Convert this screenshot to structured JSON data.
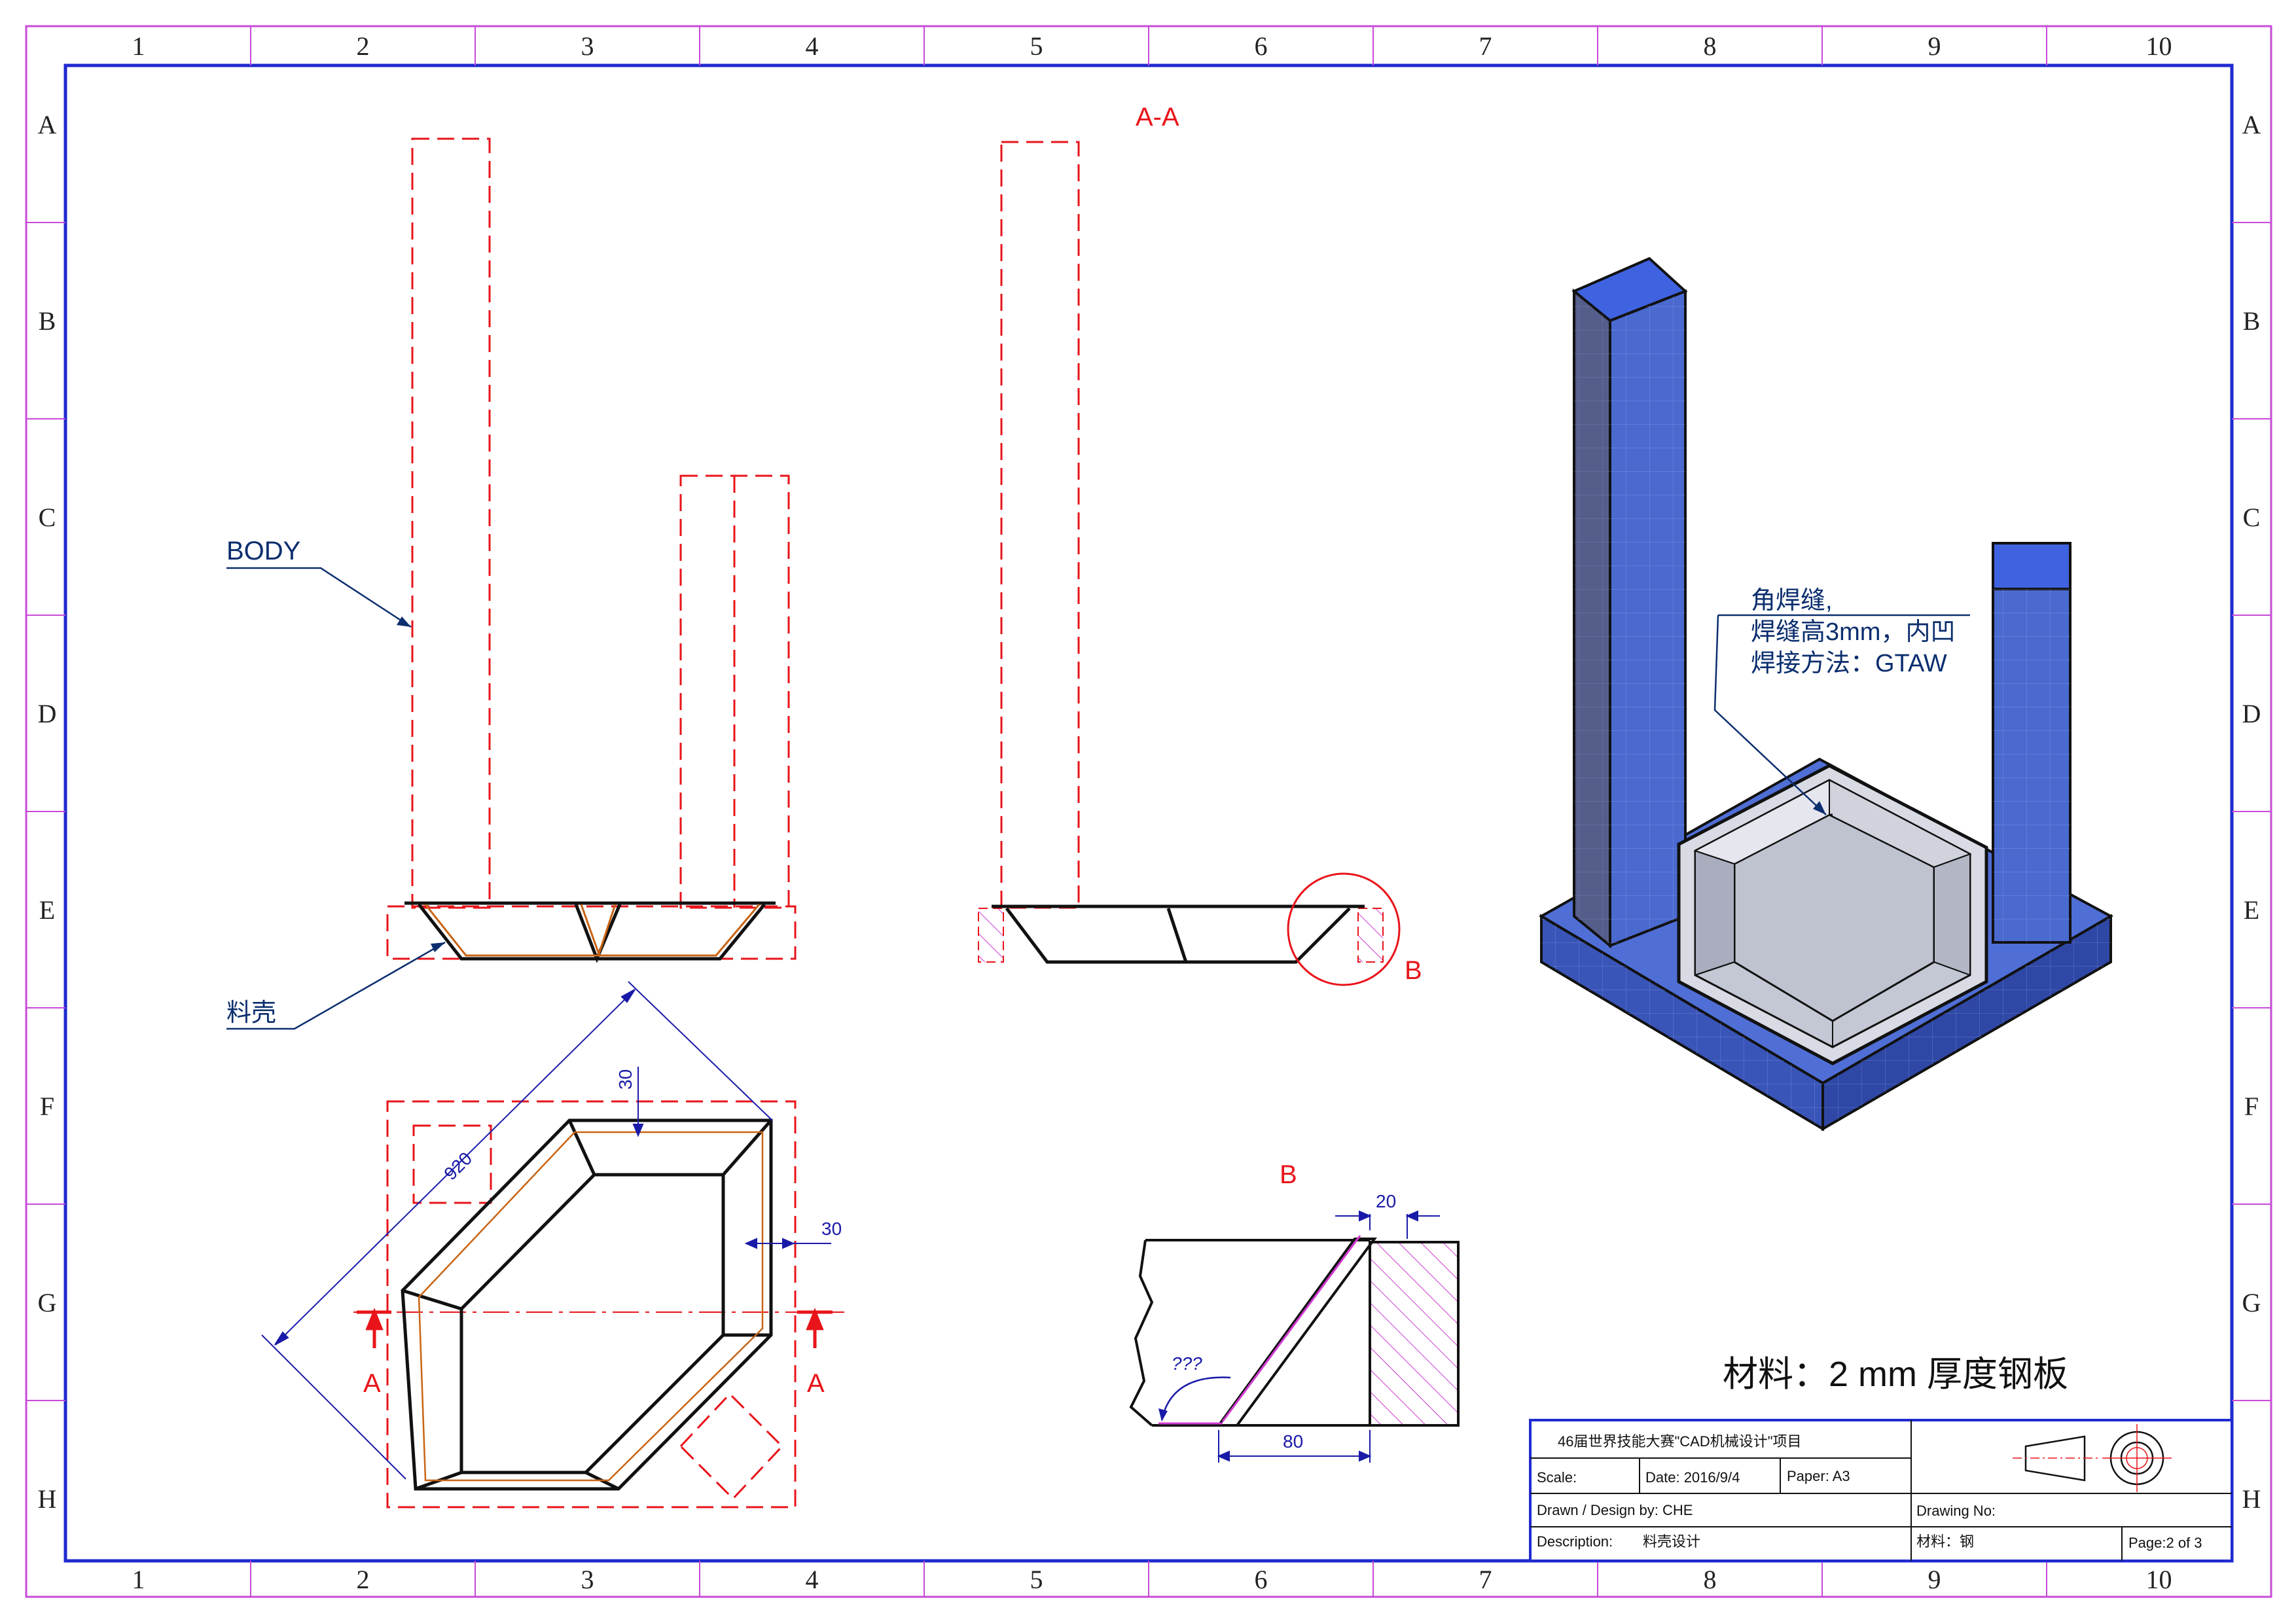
{
  "grid": {
    "columns": [
      "1",
      "2",
      "3",
      "4",
      "5",
      "6",
      "7",
      "8",
      "9",
      "10"
    ],
    "rows": [
      "A",
      "B",
      "C",
      "D",
      "E",
      "F",
      "G",
      "H"
    ]
  },
  "views": {
    "section_title": "A-A",
    "detail_title": "B",
    "detail_marker": "B",
    "section_mark_left": "A",
    "section_mark_right": "A"
  },
  "leaders": {
    "body": "BODY",
    "shell": "料壳",
    "weld_line1": "角焊缝,",
    "weld_line2": "焊缝高3mm，内凹",
    "weld_line3": "焊接方法：GTAW"
  },
  "dimensions": {
    "diag_920": "920",
    "top_30": "30",
    "side_30": "30",
    "detail_20": "20",
    "detail_80": "80",
    "detail_angle": "???"
  },
  "material_note": "材料：2 mm 厚度钢板",
  "title_block": {
    "title": "46届世界技能大赛\"CAD机械设计\"项目",
    "scale_label": "Scale:",
    "date": "Date:  2016/9/4",
    "paper": "Paper: A3",
    "drawn_by": "Drawn / Design by:  CHE",
    "drawing_no": "Drawing No:",
    "description_label": "Description:",
    "description_value": "料壳设计",
    "material": "材料：钢",
    "page": "Page:2  of 3"
  },
  "colors": {
    "frame": "#c84ad8",
    "border": "#1f2ad0",
    "hidden": "#e8141a",
    "dimension": "#1a1aa8",
    "iso_blue": "#4f6fd6"
  }
}
